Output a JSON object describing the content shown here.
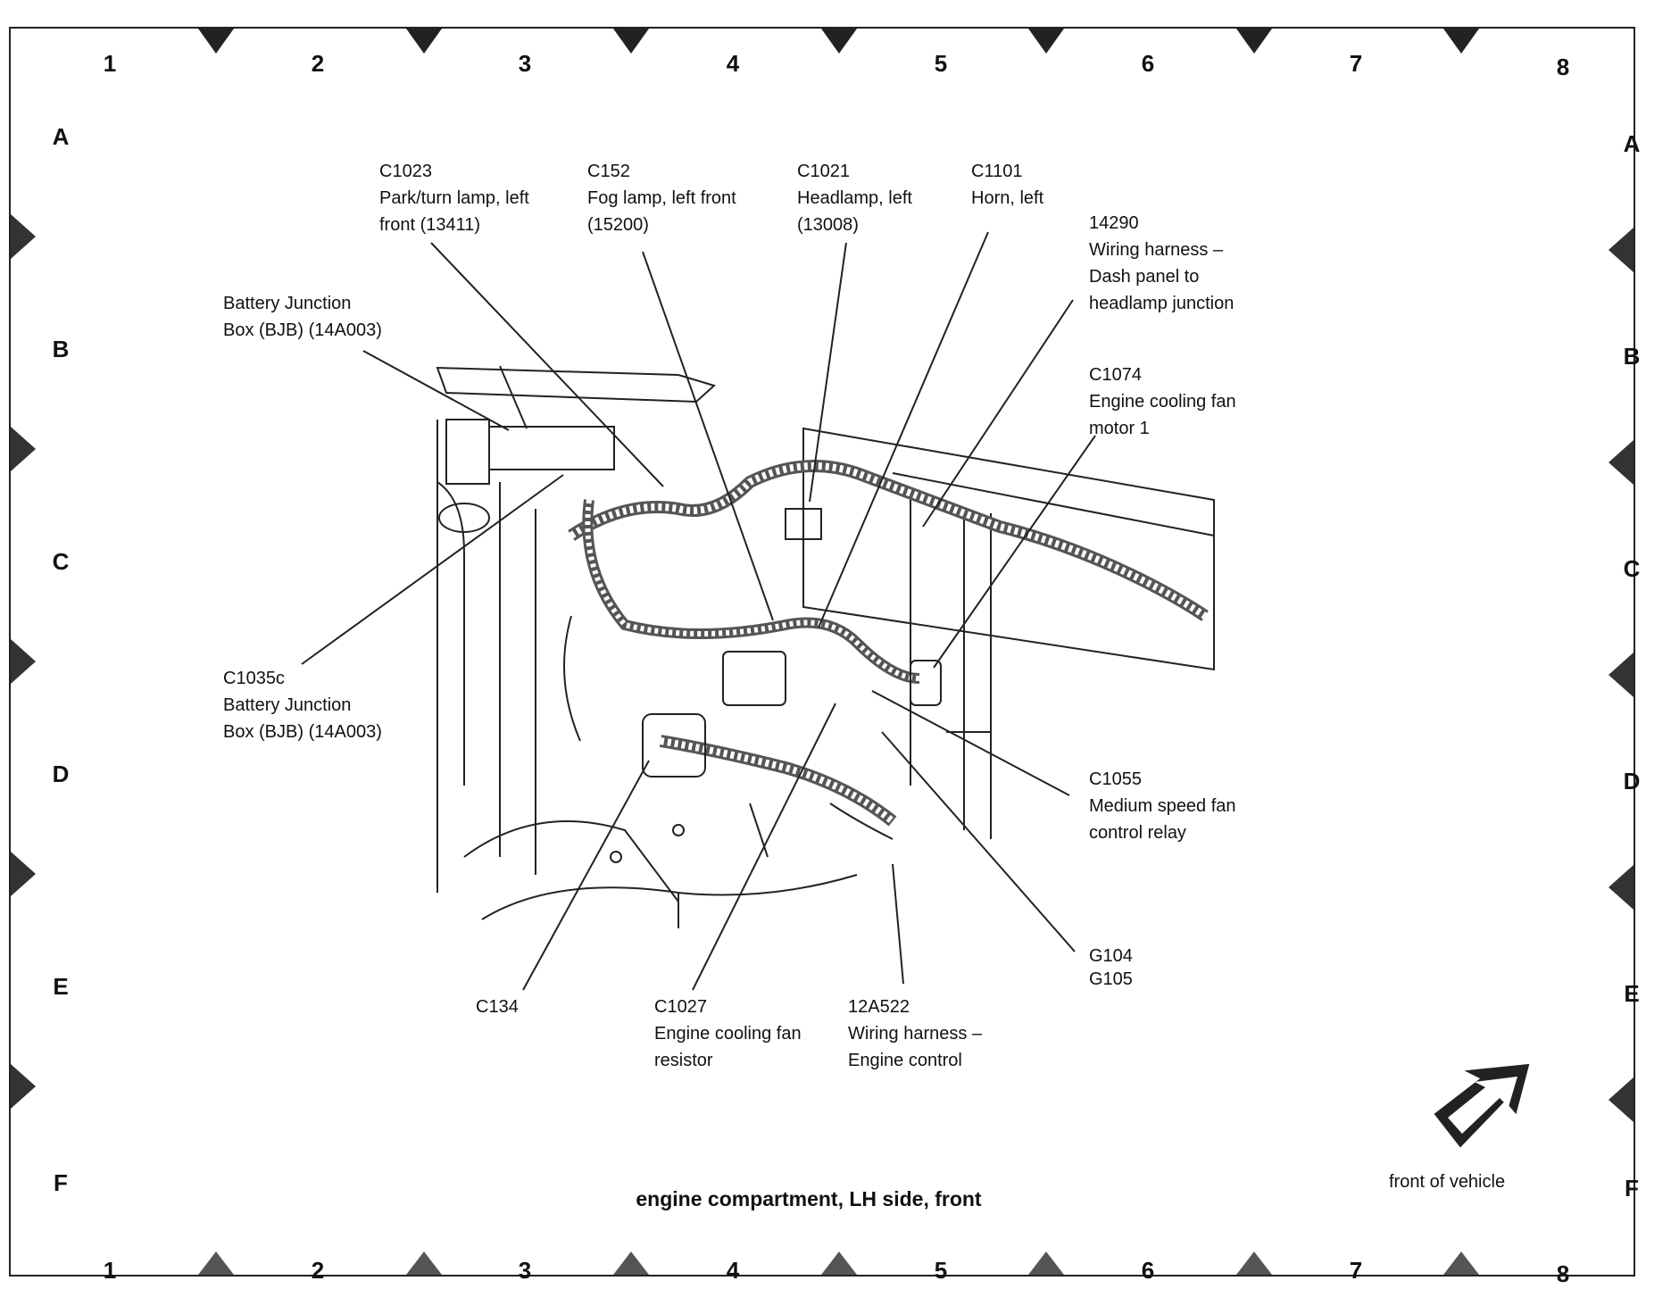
{
  "grid": {
    "columns": [
      "1",
      "2",
      "3",
      "4",
      "5",
      "6",
      "7",
      "8"
    ],
    "rows": [
      "A",
      "B",
      "C",
      "D",
      "E",
      "F"
    ]
  },
  "title": "engine compartment, LH side, front",
  "front_label": "front of vehicle",
  "callouts": {
    "c1023": {
      "code": "C1023",
      "line1": "Park/turn lamp, left",
      "line2": "front (13411)"
    },
    "c152": {
      "code": "C152",
      "line1": "Fog lamp, left front",
      "line2": "(15200)"
    },
    "c1021": {
      "code": "C1021",
      "line1": "Headlamp, left",
      "line2": "(13008)"
    },
    "c1101": {
      "code": "C1101",
      "line1": "Horn, left"
    },
    "h14290": {
      "code": "14290",
      "line1": "Wiring harness –",
      "line2": "Dash panel to",
      "line3": "headlamp junction"
    },
    "bjb": {
      "line1": "Battery Junction",
      "line2": "Box (BJB) (14A003)"
    },
    "c1074": {
      "code": "C1074",
      "line1": "Engine cooling fan",
      "line2": "motor 1"
    },
    "c1035c": {
      "code": "C1035c",
      "line1": "Battery Junction",
      "line2": "Box (BJB) (14A003)"
    },
    "c1055": {
      "code": "C1055",
      "line1": "Medium speed fan",
      "line2": "control relay"
    },
    "g104": {
      "line1": "G104",
      "line2": "G105"
    },
    "c134": {
      "code": "C134"
    },
    "c1027": {
      "code": "C1027",
      "line1": "Engine cooling fan",
      "line2": "resistor"
    },
    "h12a522": {
      "code": "12A522",
      "line1": "Wiring harness –",
      "line2": "Engine control"
    }
  }
}
